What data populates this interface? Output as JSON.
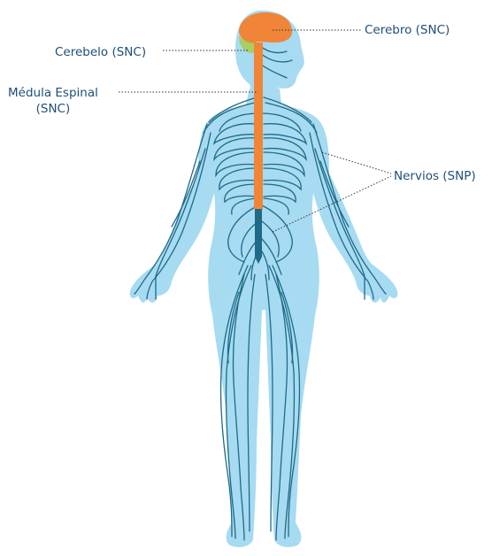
{
  "labels": {
    "cerebro": "Cerebro (SNC)",
    "cerebelo": "Cerebelo (SNC)",
    "medula_line1": "Médula Espinal",
    "medula_line2": "(SNC)",
    "nervios": "Nervios (SNP)"
  },
  "colors": {
    "body": "#a6dbf2",
    "nerves": "#1f6a86",
    "brain": "#f08538",
    "cerebellum": "#a7cf62",
    "spinal_cord": "#f08538",
    "spinal_cord_lower": "#1f6a86",
    "label_text": "#1f4e79",
    "leader_lines": "#333333"
  }
}
